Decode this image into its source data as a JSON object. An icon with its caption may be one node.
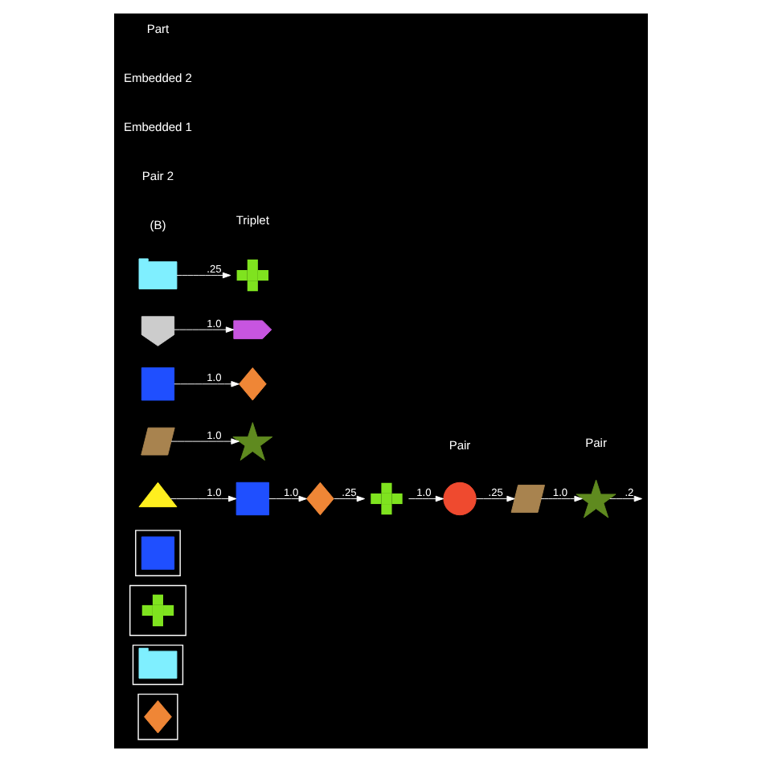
{
  "diagram": {
    "nodes": [
      {
        "text": [],
        "shape": "box"
      },
      {
        "text": [],
        "shape": "diamond",
        "in": 0
      },
      {
        "text": [],
        "shape": "box"
      },
      {
        "text": [],
        "shape": "wave",
        "in": 2
      },
      {
        "text": [],
        "shape": "box"
      },
      {
        "text": [],
        "shape": "cross",
        "in": 4
      },
      {
        "text": [],
        "shape": "box"
      },
      {
        "text": [],
        "shape": "square",
        "in": 6
      },
      {
        "text": [],
        "shape": "triangle"
      },
      {
        "text": [],
        "shape": "square"
      },
      {
        "text": [],
        "shape": "diamond"
      },
      {
        "text": [],
        "shape": "cross"
      },
      {
        "text": [],
        "shape": "circle"
      },
      {
        "text": [],
        "shape": "hourglass"
      },
      {
        "text": [],
        "shape": "star"
      },
      {
        "text": [],
        "shape": "hourglass"
      },
      {
        "text": [],
        "shape": "star"
      },
      {
        "text": [],
        "shape": "square"
      },
      {
        "text": [],
        "shape": "diamond"
      },
      {
        "text": [],
        "shape": "heart"
      },
      {
        "text": [],
        "shape": "chevron"
      },
      {
        "text": [],
        "shape": "wave"
      },
      {
        "text": [],
        "shape": "cross"
      }
    ],
    "edges": [
      {
        "from": 8,
        "to": 9,
        "arrow": "to",
        "label": "1.0"
      },
      {
        "from": 9,
        "to": 10,
        "arrow": "to",
        "label": "1.0"
      },
      {
        "from": 10,
        "to": 11,
        "arrow": "to",
        "label": ".25"
      },
      {
        "from": 11,
        "to": 12,
        "arrow": "to",
        "label": "1.0"
      },
      {
        "from": 12,
        "to": 13,
        "arrow": "to",
        "label": ".25"
      },
      {
        "from": 13,
        "to": 14,
        "arrow": "to",
        "label": "1.0"
      },
      {
        "from": 14,
        "to": null,
        "arrow": "to",
        "label": ".2"
      },
      {
        "from": 15,
        "to": 16,
        "arrow": "to",
        "label": "1.0"
      },
      {
        "from": 17,
        "to": 18,
        "arrow": "to",
        "label": "1.0"
      },
      {
        "from": 19,
        "to": 20,
        "arrow": "to",
        "label": "1.0"
      },
      {
        "from": 21,
        "to": 22,
        "arrow": "to",
        "label": ".25"
      }
    ],
    "labels": [
      "(B)",
      "Triplet",
      "Pair",
      "Pair",
      "Pair 2",
      "Embedded 1",
      "Embedded 2",
      "Part"
    ]
  }
}
